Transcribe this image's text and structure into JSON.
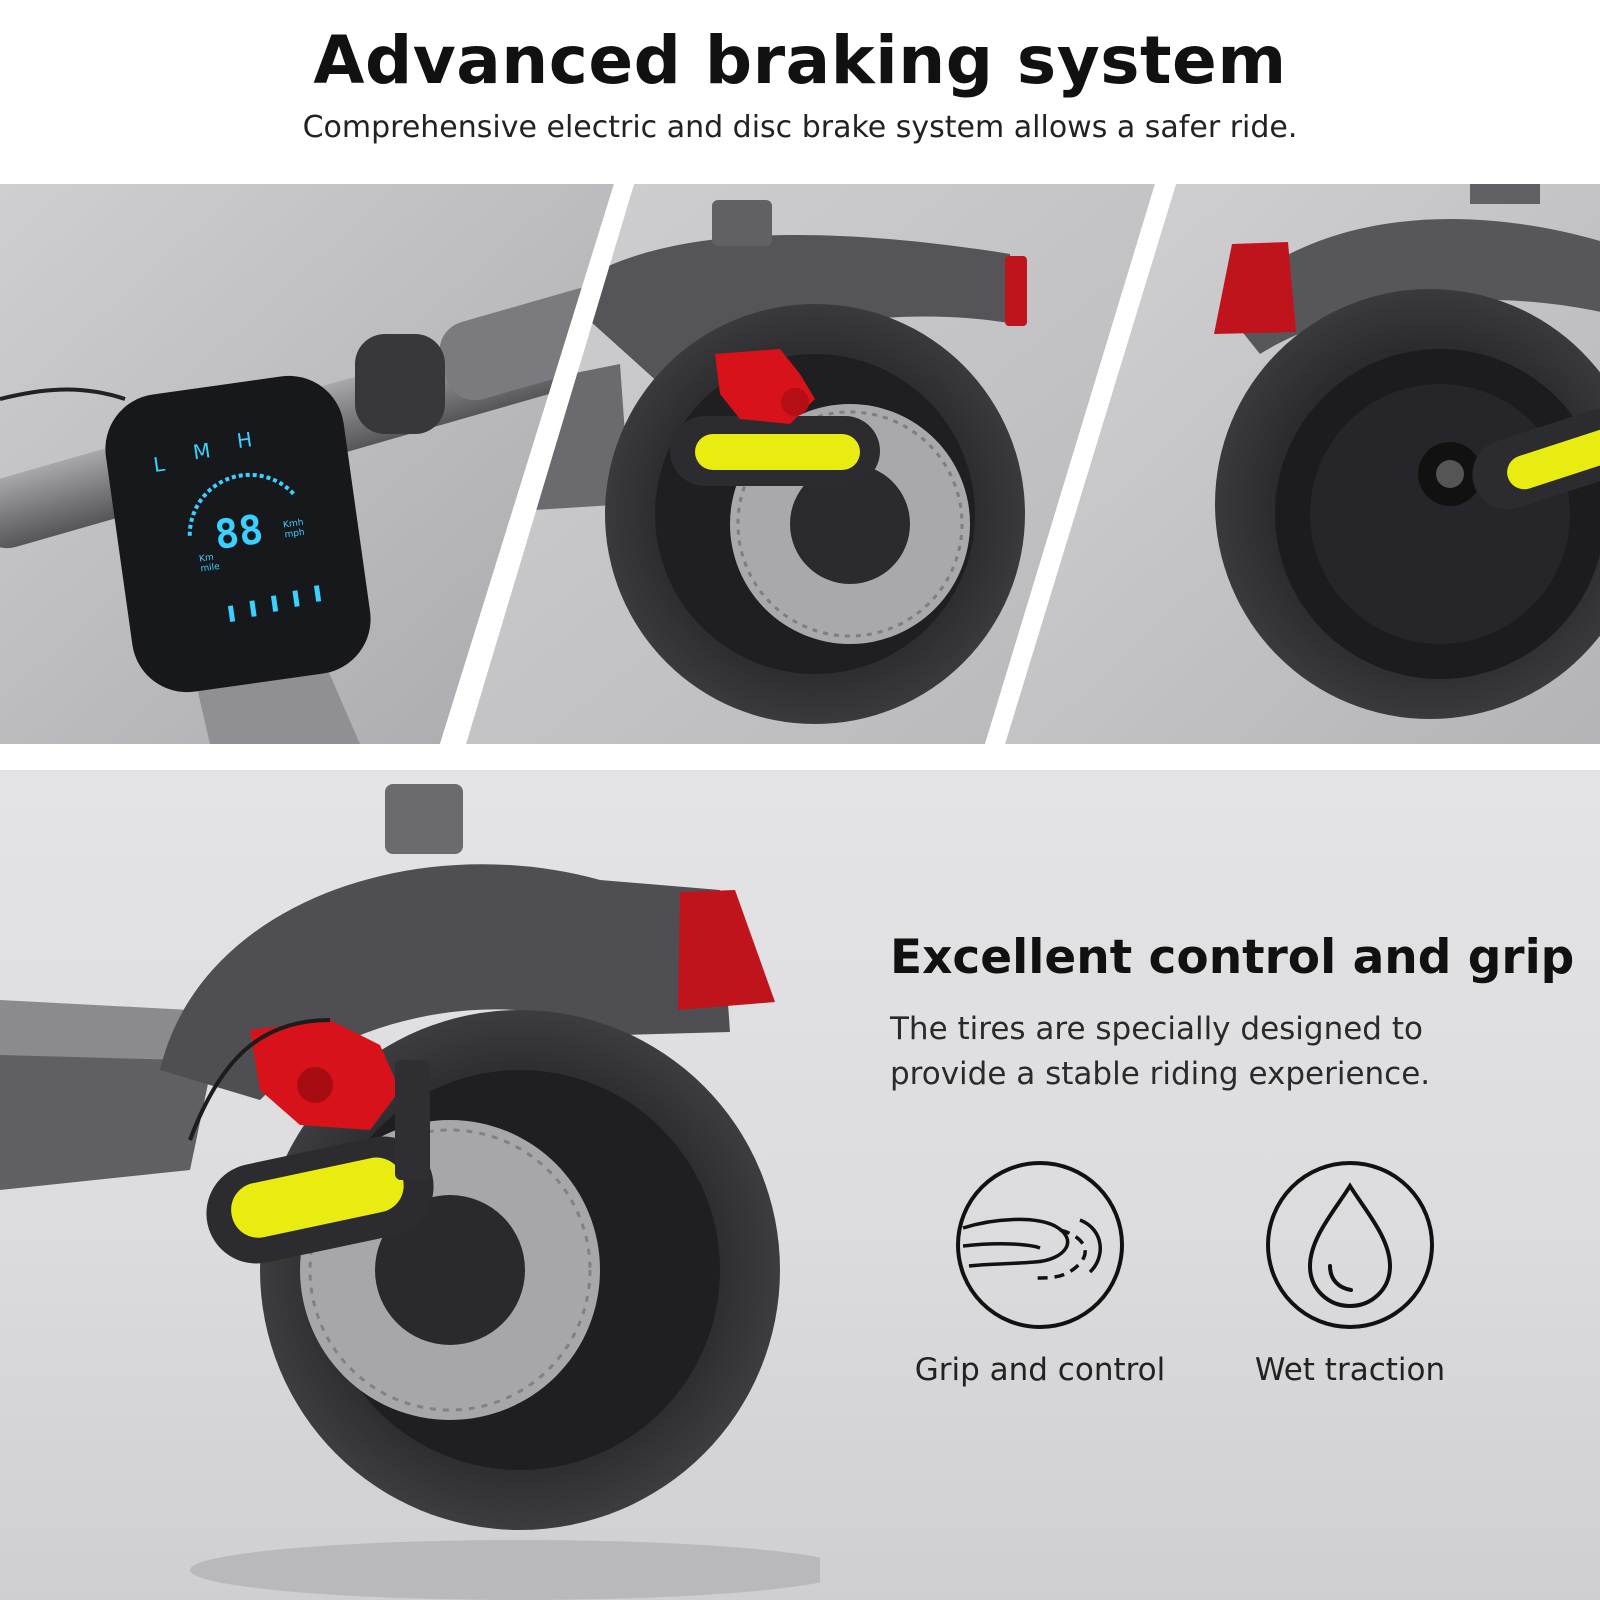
{
  "header": {
    "title": "Advanced braking system",
    "subtitle": "Comprehensive electric and disc brake system allows a safer ride."
  },
  "panels": {
    "display": {
      "modes": [
        "L",
        "M",
        "H"
      ],
      "speed": "88",
      "unit_left_top": "Km",
      "unit_left_bottom": "mile",
      "unit_right_top": "Kmh",
      "unit_right_bottom": "mph"
    }
  },
  "info": {
    "title": "Excellent control and grip",
    "text_line1": "The tires are specially designed to",
    "text_line2": "provide a stable riding experience."
  },
  "features": [
    {
      "label": "Grip and control",
      "icon": "road-curve-icon"
    },
    {
      "label": "Wet traction",
      "icon": "water-drop-icon"
    }
  ],
  "colors": {
    "caliper_red": "#d8121a",
    "reflector_yellow": "#e8ec10",
    "display_cyan": "#3ad0ff",
    "tail_light_red": "#c0141c"
  }
}
